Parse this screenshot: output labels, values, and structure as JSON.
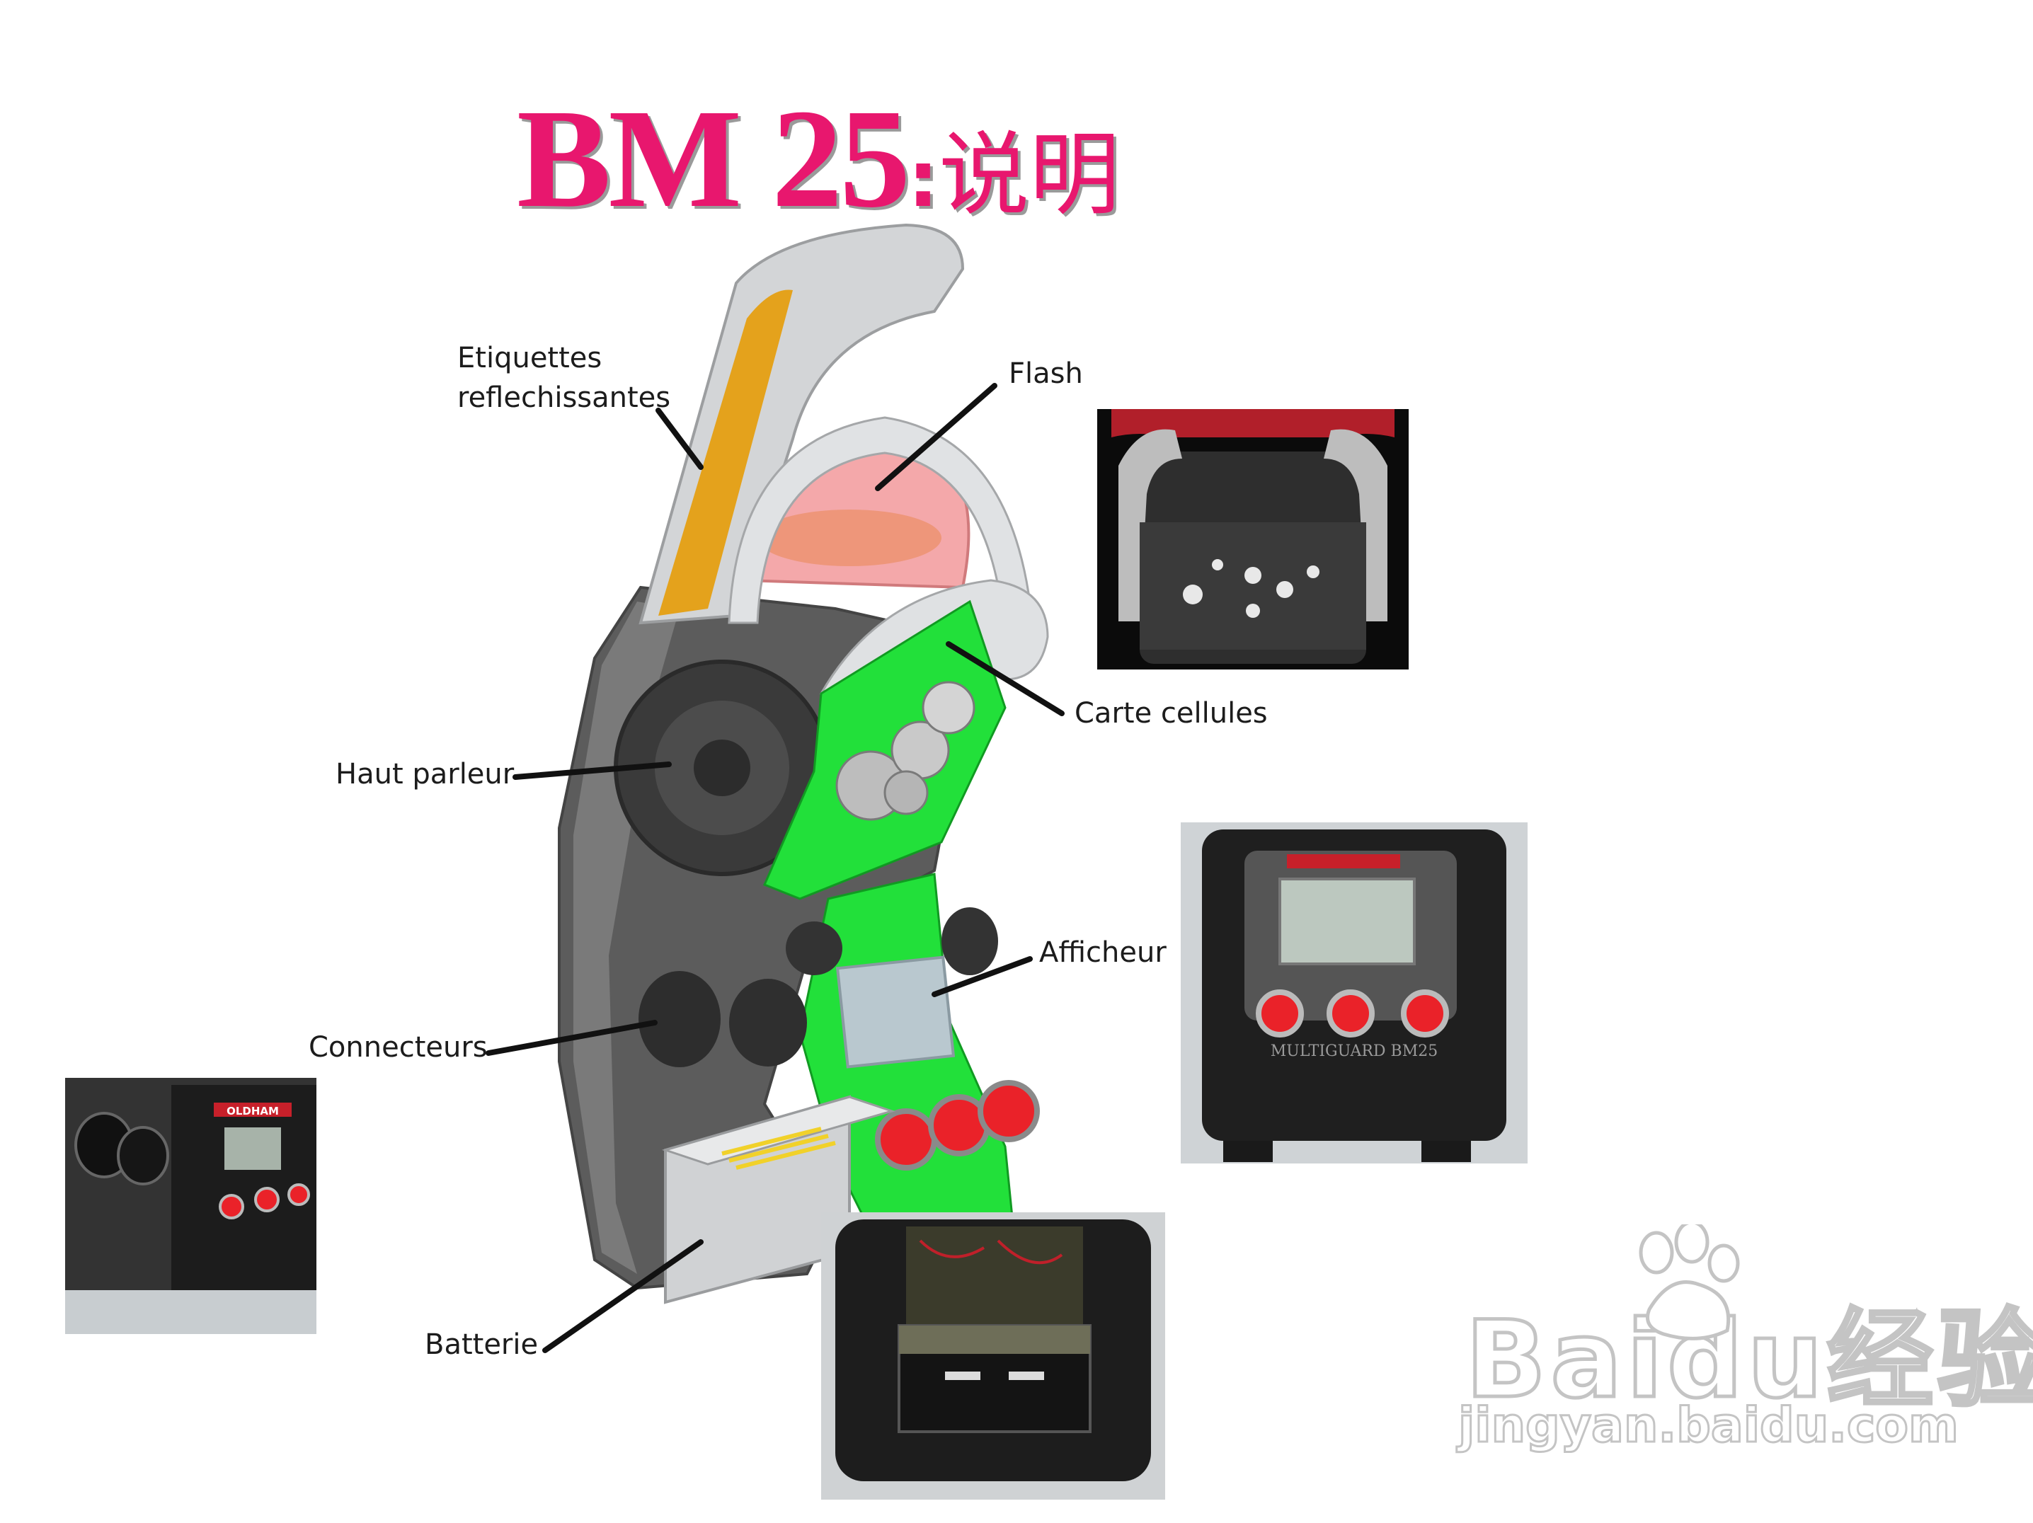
{
  "title": {
    "main": "BM 25",
    "separator": ":",
    "subtitle": "说明"
  },
  "labels": {
    "etiquettes_line1": "Etiquettes",
    "etiquettes_line2": "reflechissantes",
    "flash": "Flash",
    "carte_cellules": "Carte cellules",
    "haut_parleur": "Haut parleur",
    "afficheur": "Afficheur",
    "connecteurs": "Connecteurs",
    "batterie": "Batterie"
  },
  "device_markings": {
    "brand": "OLDHAM",
    "model_plate": "MULTIGUARD BM25"
  },
  "watermark": {
    "brand": "Baidu经验",
    "url": "jingyan.baidu.com"
  },
  "colors": {
    "title": "#e8176e",
    "pcb_green": "#22e03a",
    "housing_dark": "#5a5a5a",
    "handle_gray": "#d4d6d8",
    "reflective_orange": "#e4a21c",
    "flash_dome": "#f4a8aa",
    "button_red": "#ea2229"
  }
}
